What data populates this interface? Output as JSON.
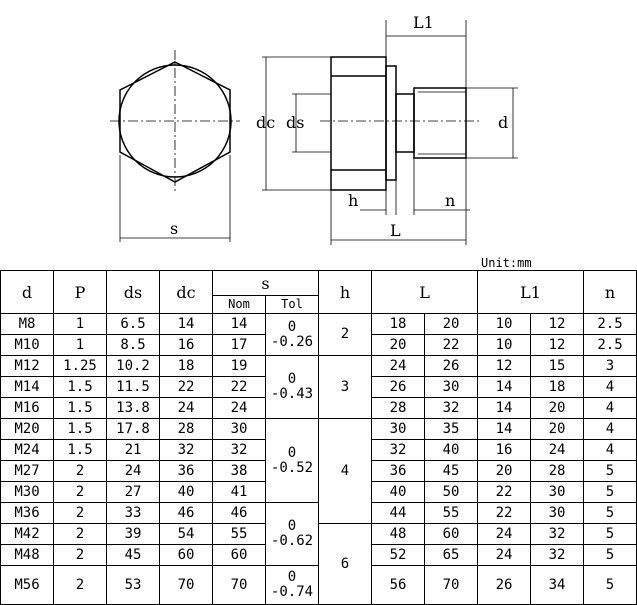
{
  "drawing": {
    "labels": {
      "L1": "L1",
      "dc": "dc",
      "ds": "ds",
      "d": "d",
      "h": "h",
      "n": "n",
      "L": "L",
      "s": "s"
    }
  },
  "unit": "Unit:mm",
  "headers": {
    "d": "d",
    "P": "P",
    "ds": "ds",
    "dc": "dc",
    "s": "s",
    "s_nom": "Nom",
    "s_tol": "Tol",
    "h": "h",
    "L": "L",
    "L1": "L1",
    "n": "n"
  },
  "rows": [
    {
      "d": "M8",
      "P": "1",
      "ds": "6.5",
      "dc": "14",
      "s": "14",
      "L_a": "18",
      "L_b": "20",
      "L1_a": "10",
      "L1_b": "12",
      "n": "2.5"
    },
    {
      "d": "M10",
      "P": "1",
      "ds": "8.5",
      "dc": "16",
      "s": "17",
      "L_a": "20",
      "L_b": "22",
      "L1_a": "10",
      "L1_b": "12",
      "n": "2.5"
    },
    {
      "d": "M12",
      "P": "1.25",
      "ds": "10.2",
      "dc": "18",
      "s": "19",
      "L_a": "24",
      "L_b": "26",
      "L1_a": "12",
      "L1_b": "15",
      "n": "3"
    },
    {
      "d": "M14",
      "P": "1.5",
      "ds": "11.5",
      "dc": "22",
      "s": "22",
      "L_a": "26",
      "L_b": "30",
      "L1_a": "14",
      "L1_b": "18",
      "n": "4"
    },
    {
      "d": "M16",
      "P": "1.5",
      "ds": "13.8",
      "dc": "24",
      "s": "24",
      "L_a": "28",
      "L_b": "32",
      "L1_a": "14",
      "L1_b": "20",
      "n": "4"
    },
    {
      "d": "M20",
      "P": "1.5",
      "ds": "17.8",
      "dc": "28",
      "s": "30",
      "L_a": "30",
      "L_b": "35",
      "L1_a": "14",
      "L1_b": "20",
      "n": "4"
    },
    {
      "d": "M24",
      "P": "1.5",
      "ds": "21",
      "dc": "32",
      "s": "32",
      "L_a": "32",
      "L_b": "40",
      "L1_a": "16",
      "L1_b": "24",
      "n": "4"
    },
    {
      "d": "M27",
      "P": "2",
      "ds": "24",
      "dc": "36",
      "s": "38",
      "L_a": "36",
      "L_b": "45",
      "L1_a": "20",
      "L1_b": "28",
      "n": "5"
    },
    {
      "d": "M30",
      "P": "2",
      "ds": "27",
      "dc": "40",
      "s": "41",
      "L_a": "40",
      "L_b": "50",
      "L1_a": "22",
      "L1_b": "30",
      "n": "5"
    },
    {
      "d": "M36",
      "P": "2",
      "ds": "33",
      "dc": "46",
      "s": "46",
      "L_a": "44",
      "L_b": "55",
      "L1_a": "22",
      "L1_b": "30",
      "n": "5"
    },
    {
      "d": "M42",
      "P": "2",
      "ds": "39",
      "dc": "54",
      "s": "55",
      "L_a": "48",
      "L_b": "60",
      "L1_a": "24",
      "L1_b": "32",
      "n": "5"
    },
    {
      "d": "M48",
      "P": "2",
      "ds": "45",
      "dc": "60",
      "s": "60",
      "L_a": "52",
      "L_b": "65",
      "L1_a": "24",
      "L1_b": "32",
      "n": "5"
    },
    {
      "d": "M56",
      "P": "2",
      "ds": "53",
      "dc": "70",
      "s": "70",
      "L_a": "56",
      "L_b": "70",
      "L1_a": "26",
      "L1_b": "34",
      "n": "5"
    }
  ],
  "tol": [
    {
      "upper": "0",
      "lower": "-0.26"
    },
    {
      "upper": "0",
      "lower": "-0.43"
    },
    {
      "upper": "0",
      "lower": "-0.52"
    },
    {
      "upper": "0",
      "lower": "-0.62"
    },
    {
      "upper": "0",
      "lower": "-0.74"
    }
  ],
  "h_values": [
    "2",
    "3",
    "4",
    "6"
  ]
}
